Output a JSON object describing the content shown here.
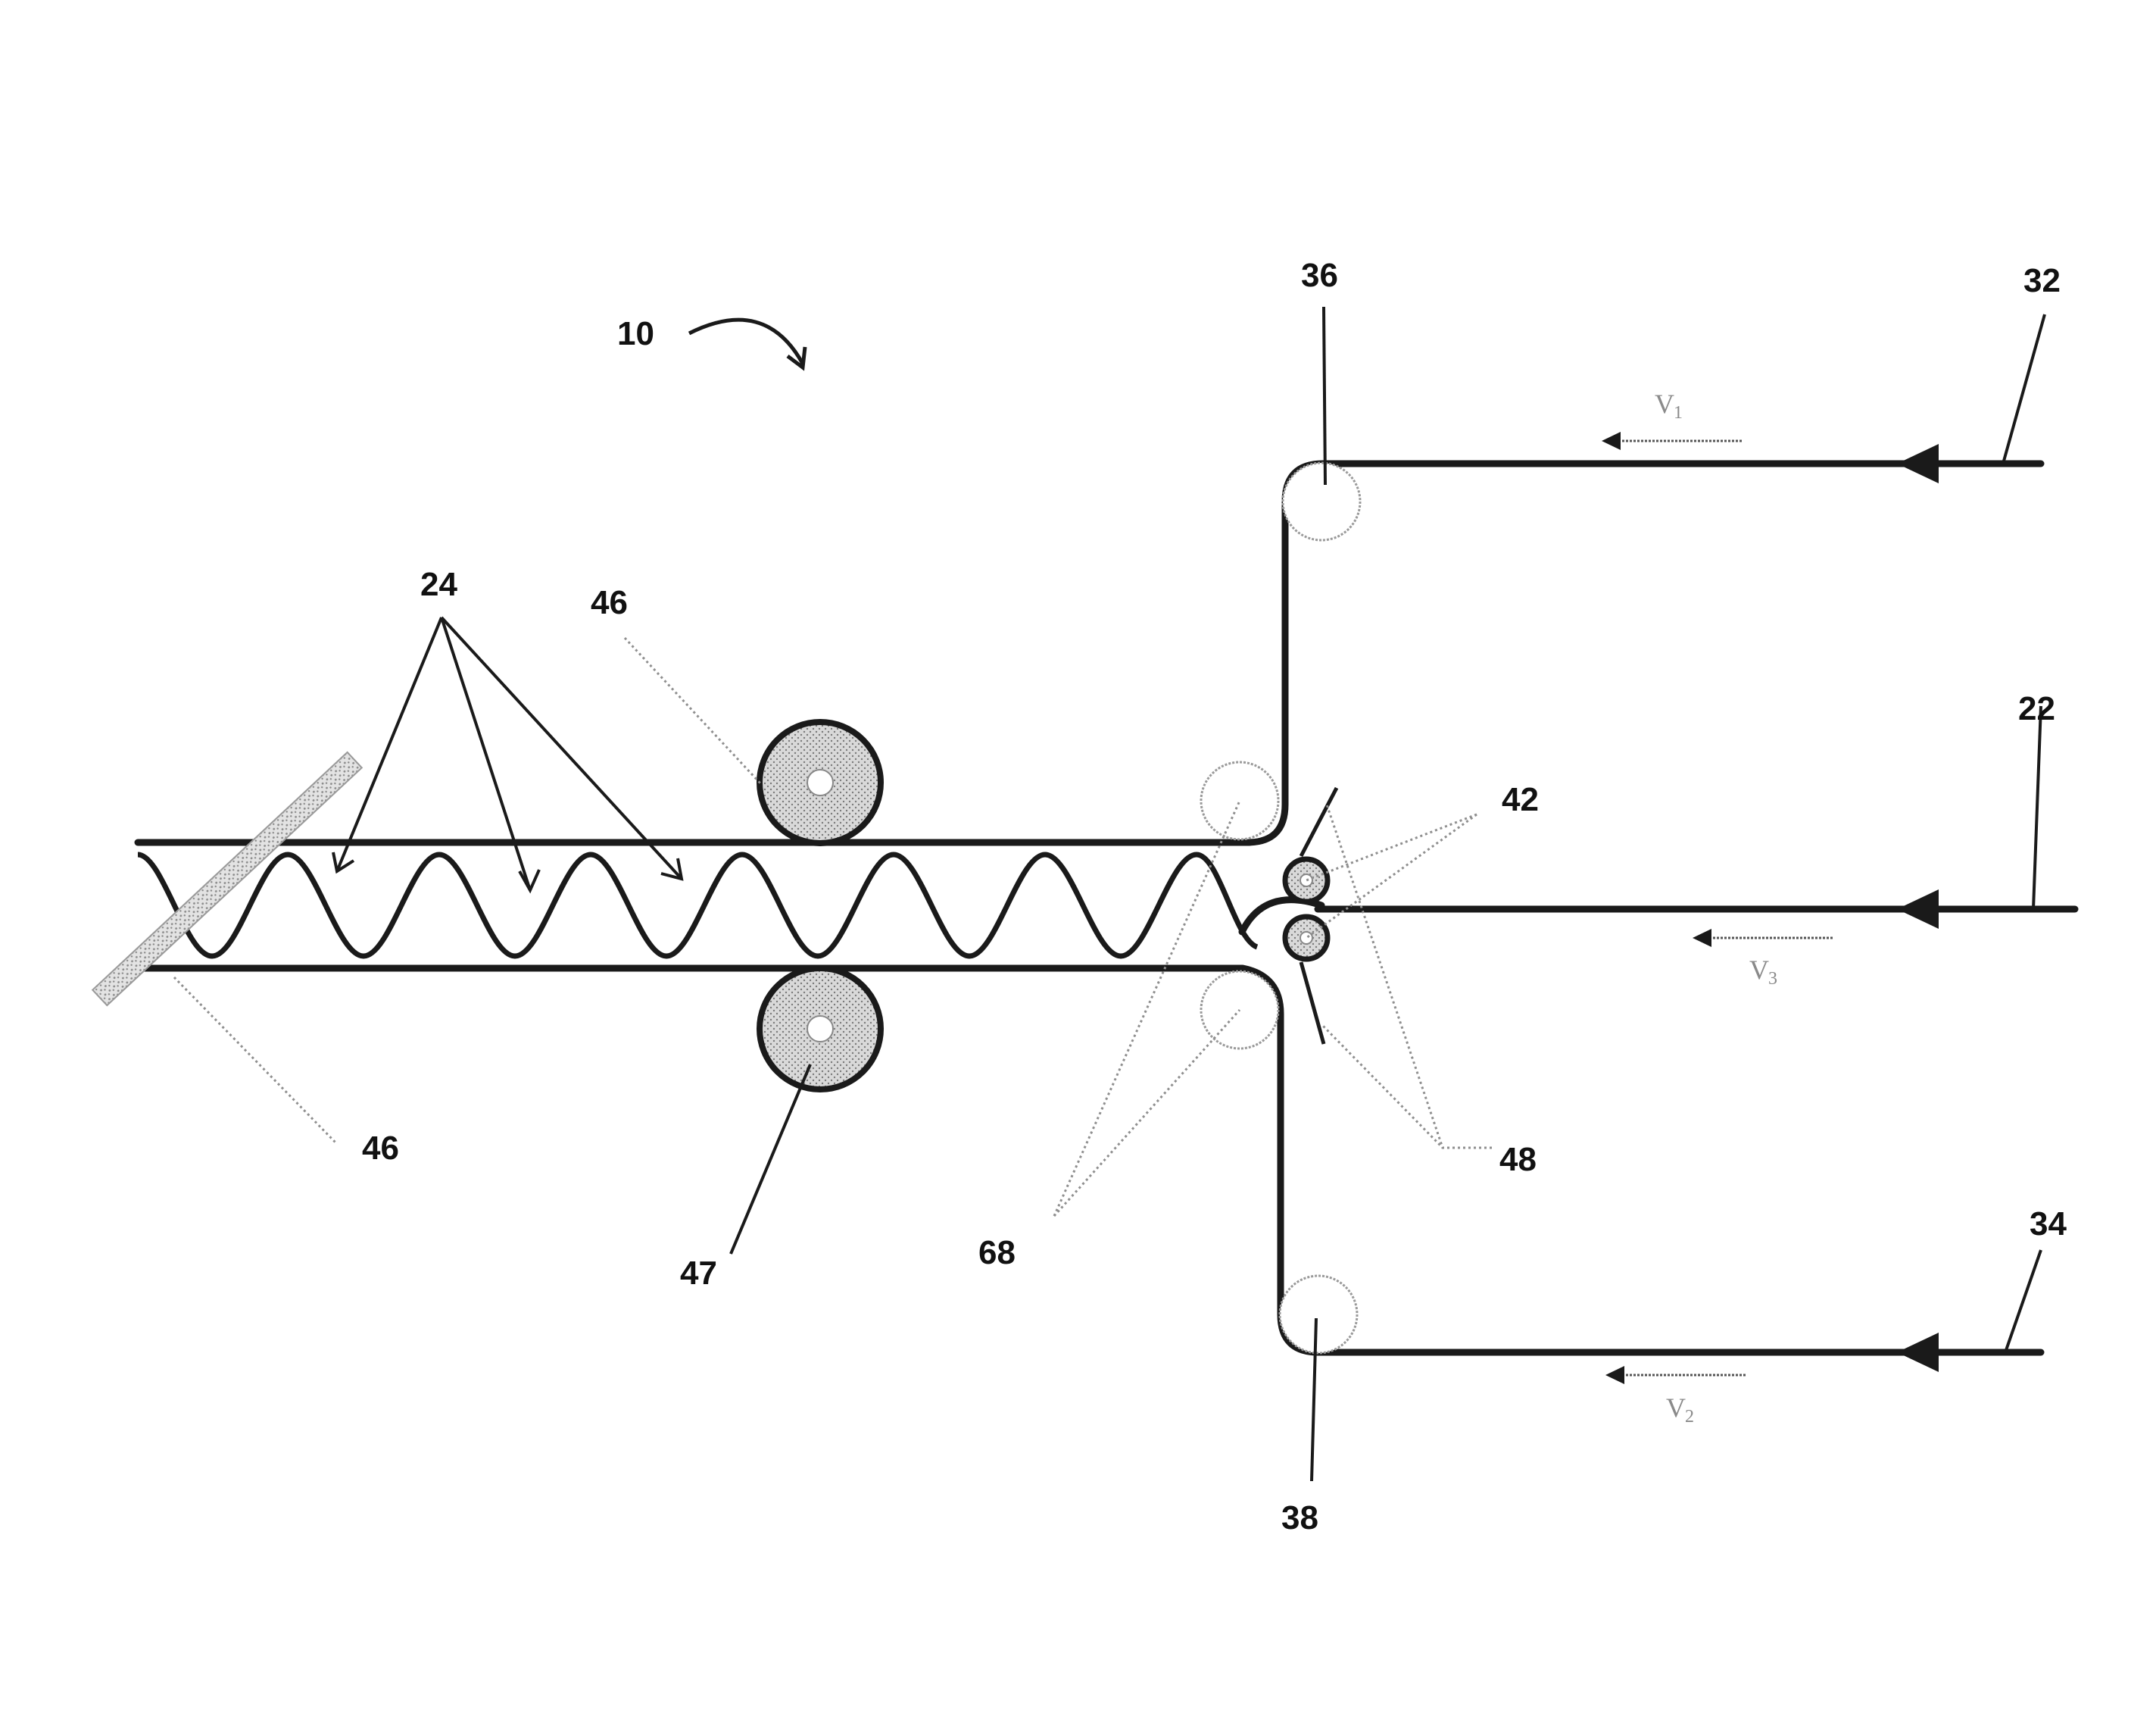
{
  "figure": {
    "labels": {
      "assembly": "10",
      "top_sheet": "32",
      "top_roll": "36",
      "core_sheet": "22",
      "bottom_sheet": "34",
      "bottom_roll": "38",
      "nip_rolls": "42",
      "guides": "48",
      "idler_rolls": "68",
      "flutes": "24",
      "press_roll_upper": "46",
      "press_roll_lower": "47",
      "cutter": "46"
    },
    "velocities": {
      "top": {
        "symbol": "V",
        "subscript": "1"
      },
      "core": {
        "symbol": "V",
        "subscript": "3"
      },
      "bottom": {
        "symbol": "V",
        "subscript": "2"
      }
    }
  }
}
